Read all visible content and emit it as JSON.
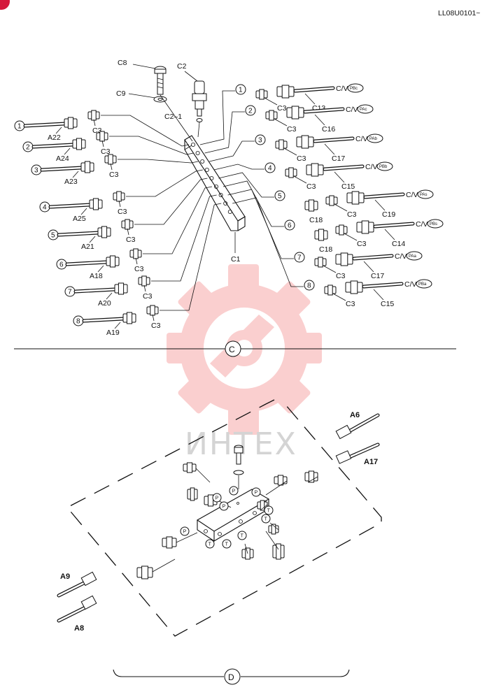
{
  "doc_code": "LL08U0101~",
  "sections": {
    "c": {
      "label": "C",
      "block_label": "C1",
      "top_parts": [
        "C8",
        "C2",
        "C9",
        "C2–1"
      ],
      "left_rows": [
        {
          "num": "1",
          "hose": "A22",
          "fitting": "C3"
        },
        {
          "num": "2",
          "hose": "A24",
          "fitting": "C3"
        },
        {
          "num": "3",
          "hose": "A23",
          "fitting": "C3"
        },
        {
          "num": "4",
          "hose": "A25",
          "fitting": "C3"
        },
        {
          "num": "5",
          "hose": "A21",
          "fitting": "C3"
        },
        {
          "num": "6",
          "hose": "A18",
          "fitting": "C3"
        },
        {
          "num": "7",
          "hose": "A20",
          "fitting": "C3"
        },
        {
          "num": "8",
          "hose": "A19",
          "fitting": "C3"
        }
      ],
      "right_rows": [
        {
          "num": "1",
          "fitting": "C3",
          "hose": "C13",
          "cv": "C/V",
          "port": "PBc"
        },
        {
          "num": "2",
          "fitting": "C3",
          "hose": "C16",
          "cv": "C/V",
          "port": "PAc"
        },
        {
          "num": "3",
          "fitting": "C3",
          "hose": "C17",
          "cv": "C/V",
          "port": "PAb"
        },
        {
          "num": "4",
          "fitting": "C3",
          "hose": "C15",
          "cv": "C/V",
          "port": "PBb"
        },
        {
          "num": "5",
          "fitting": "C3",
          "adapter": "C18",
          "hose": "C19",
          "cv": "C/V",
          "port": "PAs"
        },
        {
          "num": "6",
          "fitting": "C3",
          "adapter": "C18",
          "hose": "C14",
          "cv": "C/V",
          "port": "PBs"
        },
        {
          "num": "7",
          "fitting": "C3",
          "hose": "C17",
          "cv": "C/V",
          "port": "PAa"
        },
        {
          "num": "8",
          "fitting": "C3",
          "hose": "C15",
          "cv": "C/V",
          "port": "PBa"
        }
      ]
    },
    "d": {
      "label": "D",
      "hoses": [
        "A6",
        "A17",
        "A9",
        "A8"
      ],
      "port_labels": [
        "P",
        "P",
        "P",
        "P",
        "P",
        "T",
        "T",
        "T",
        "T",
        "T"
      ]
    }
  },
  "watermark": "ИНТЕХ",
  "colors": {
    "line": "#111111",
    "watermark": "#f6c4c4",
    "watermark_text": "#d4d4d4",
    "badge": "#d5183b"
  }
}
